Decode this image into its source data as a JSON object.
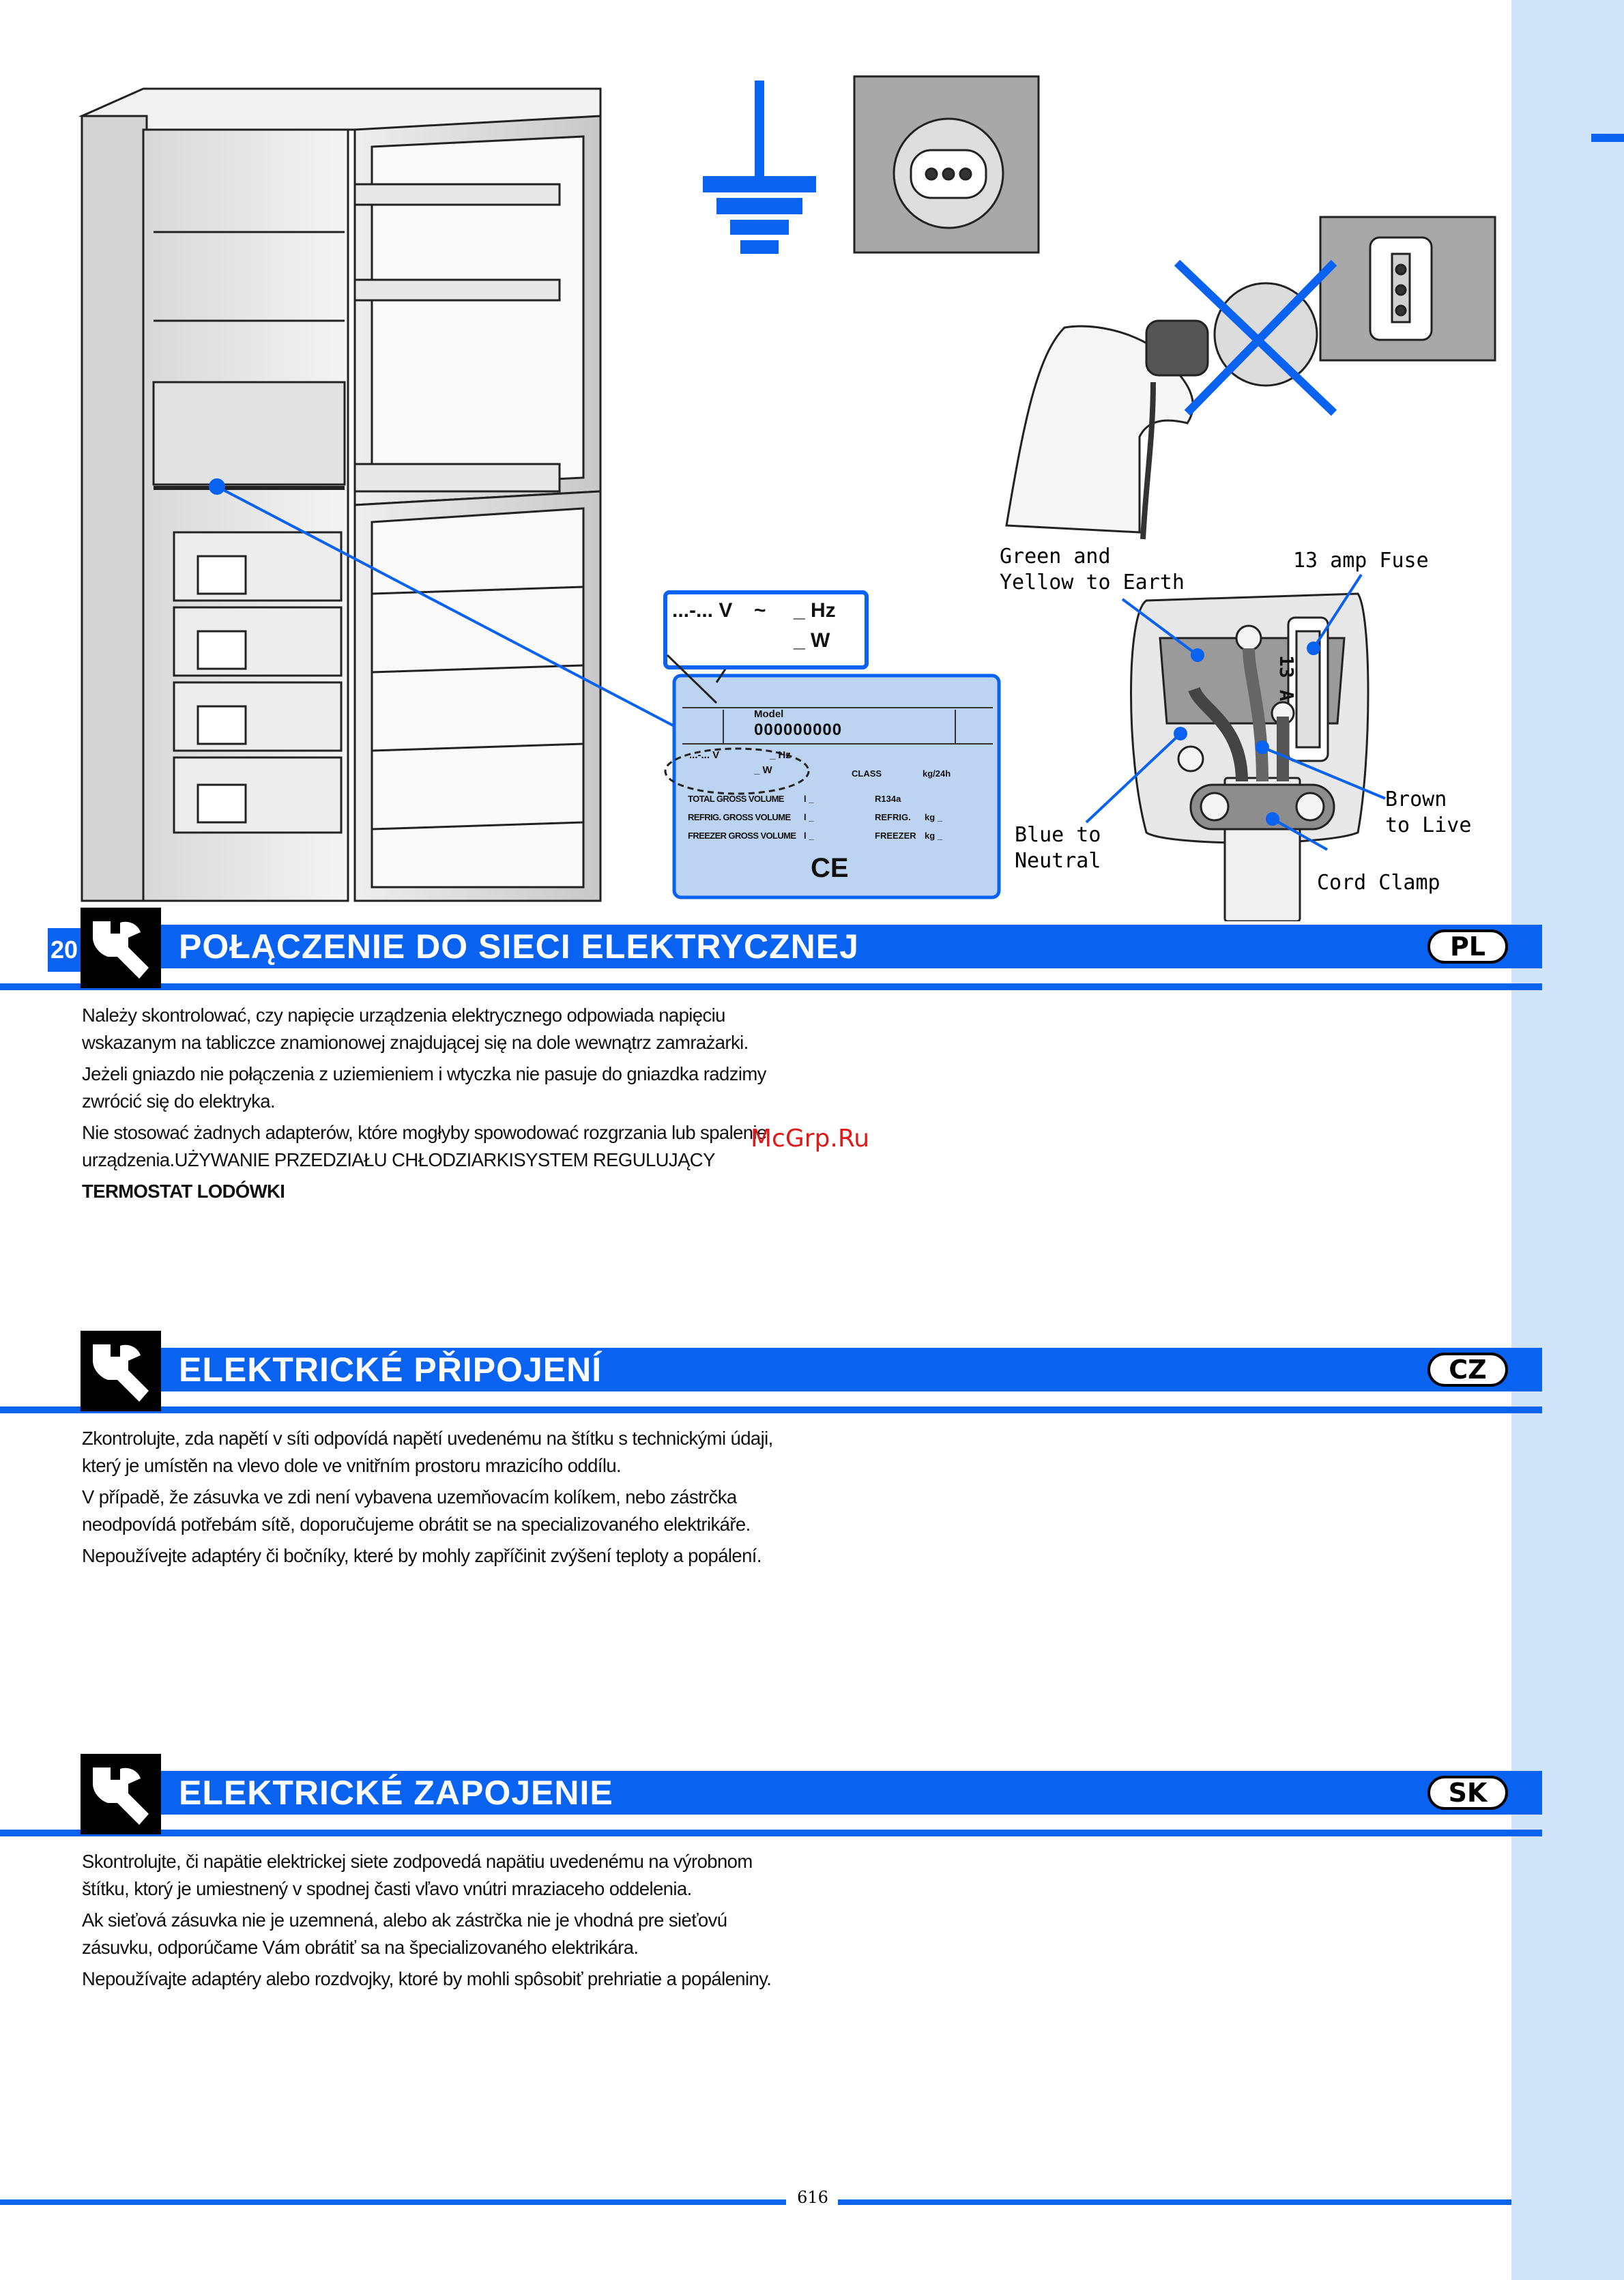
{
  "page_number": "20",
  "figure": {
    "labels": {
      "green_yellow": "Green and\nYellow to Earth",
      "fuse": "13 amp Fuse",
      "fuse_rating": "13 A",
      "brown": "Brown\nto Live",
      "blue": "Blue to\nNeutral",
      "cord_clamp": "Cord Clamp"
    },
    "rating_plate_zoom": {
      "line1_v": "...-... V",
      "line1_tilde": "~",
      "line1_hz": "_ Hz",
      "line2_w": "_ W"
    },
    "rating_plate": {
      "model_label": "Model",
      "model_value": "000000000",
      "class_label": "CLASS",
      "class_unit": "kg/24h",
      "rows": [
        {
          "label": "TOTAL GROSS VOLUME",
          "value": "l _",
          "right_label": "R134a",
          "right_value": ""
        },
        {
          "label": "REFRIG. GROSS VOLUME",
          "value": "l _",
          "right_label": "REFRIG.",
          "right_value": "kg _"
        },
        {
          "label": "FREEZER GROSS VOLUME",
          "value": "l _",
          "right_label": "FREEZER",
          "right_value": "kg _"
        }
      ],
      "ce": "CE"
    },
    "colors": {
      "accent": "#0a62f0",
      "sidebar": "#cfe3f9",
      "plate": "#bcd4f1"
    }
  },
  "sections": {
    "pl": {
      "title": "POŁĄCZENIE DO SIECI ELEKTRYCZNEJ",
      "badge": "PL",
      "paragraphs": [
        "Należy skontrolować, czy napięcie urządzenia elektrycznego odpowiada napięciu wskazanym na tabliczce znamionowej znajdującej się na dole wewnątrz zamrażarki.",
        "Jeżeli gniazdo nie połączenia z uziemieniem i wtyczka nie pasuje do gniazdka radzimy zwrócić się do elektryka.",
        "Nie stosować żadnych adapterów, które mogłyby spowodować rozgrzania lub spalenie urządzenia.UŻYWANIE PRZEDZIAŁU CHŁODZIARKISYSTEM REGULUJĄCY"
      ],
      "bold_line": "TERMOSTAT LODÓWKI"
    },
    "cz": {
      "title": "ELEKTRICKÉ PŘIPOJENÍ",
      "badge": "CZ",
      "paragraphs": [
        "Zkontrolujte, zda napětí v síti odpovídá napětí uvedenému na štítku s technickými údaji, který je umístěn na vlevo dole ve vnitřním prostoru mrazicího oddílu.",
        "V případě, že zásuvka ve zdi není vybavena uzemňovacím kolíkem, nebo zástrčka neodpovídá potřebám sítě, doporučujeme obrátit se na specializovaného elektrikáře.",
        "Nepoužívejte adaptéry či bočníky, které by mohly zapříčinit zvýšení teploty a popálení."
      ]
    },
    "sk": {
      "title": "ELEKTRICKÉ ZAPOJENIE",
      "badge": "SK",
      "paragraphs": [
        "Skontrolujte, či napätie elektrickej siete zodpovedá napätiu uvedenému na výrobnom štítku, ktorý je umiestnený v spodnej časti vľavo vnútri mraziaceho oddelenia.",
        "Ak sieťová zásuvka nie je uzemnená, alebo ak zástrčka nie je vhodná pre sieťovú zásuvku, odporúčame Vám obrátiť sa na špecializovaného elektrikára.",
        "Nepoužívajte adaptéry alebo rozdvojky, ktoré by mohli spôsobiť prehriatie a popáleniny."
      ]
    }
  },
  "watermark": "McGrp.Ru",
  "footer_page": "616"
}
